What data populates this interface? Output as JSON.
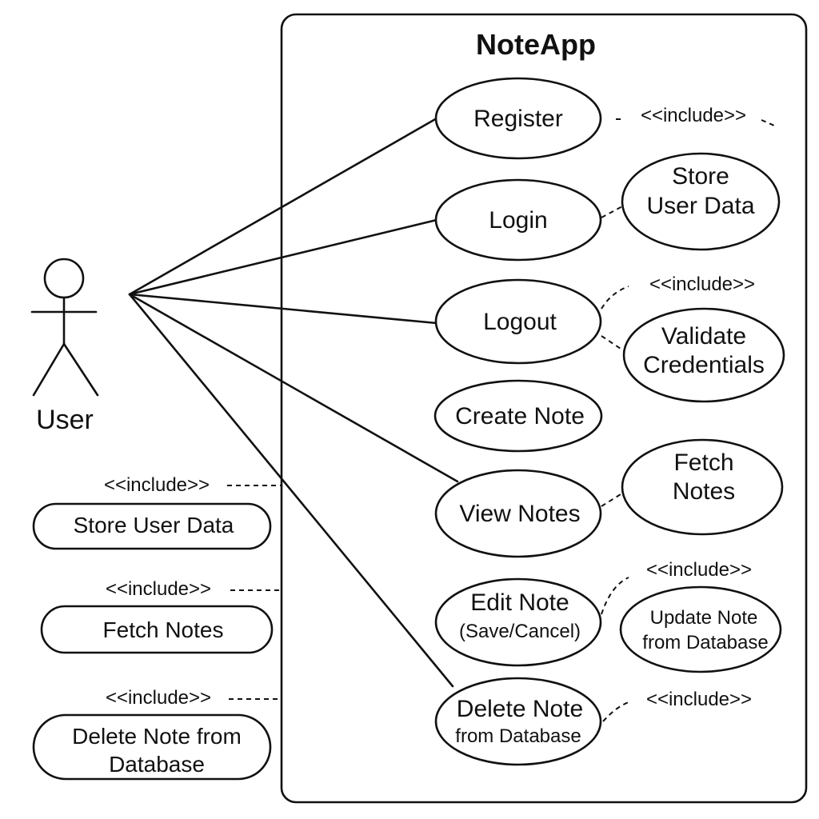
{
  "system": {
    "title": "NoteApp"
  },
  "actor": {
    "label": "User"
  },
  "use_cases": {
    "register": "Register",
    "login": "Login",
    "logout": "Logout",
    "create_note": "Create Note",
    "view_notes": "View Notes",
    "edit_note": {
      "line1": "Edit Note",
      "line2": "(Save/Cancel)"
    },
    "delete_note": {
      "line1": "Delete Note",
      "line2": "from Database"
    }
  },
  "included_cases": {
    "store_user_data": {
      "line1": "Store",
      "line2": "User Data"
    },
    "validate_credentials": {
      "line1": "Validate",
      "line2": "Credentials"
    },
    "fetch_notes": {
      "line1": "Fetch",
      "line2": "Notes"
    },
    "update_note": {
      "line1": "Update Note",
      "line2": "from Database"
    }
  },
  "relations": {
    "register_include": "<<include>>",
    "logout_include": "<<include>>",
    "edit_include": "<<include>>",
    "delete_include": "<<include>>"
  },
  "left_panel": {
    "store_include": "<<include>>",
    "store_user_data": "Store User Data",
    "fetch_include": "<<include>>",
    "fetch_notes": "Fetch Notes",
    "delete_include": "<<include>>",
    "delete_line1": "Delete Note from",
    "delete_line2": "Database"
  }
}
